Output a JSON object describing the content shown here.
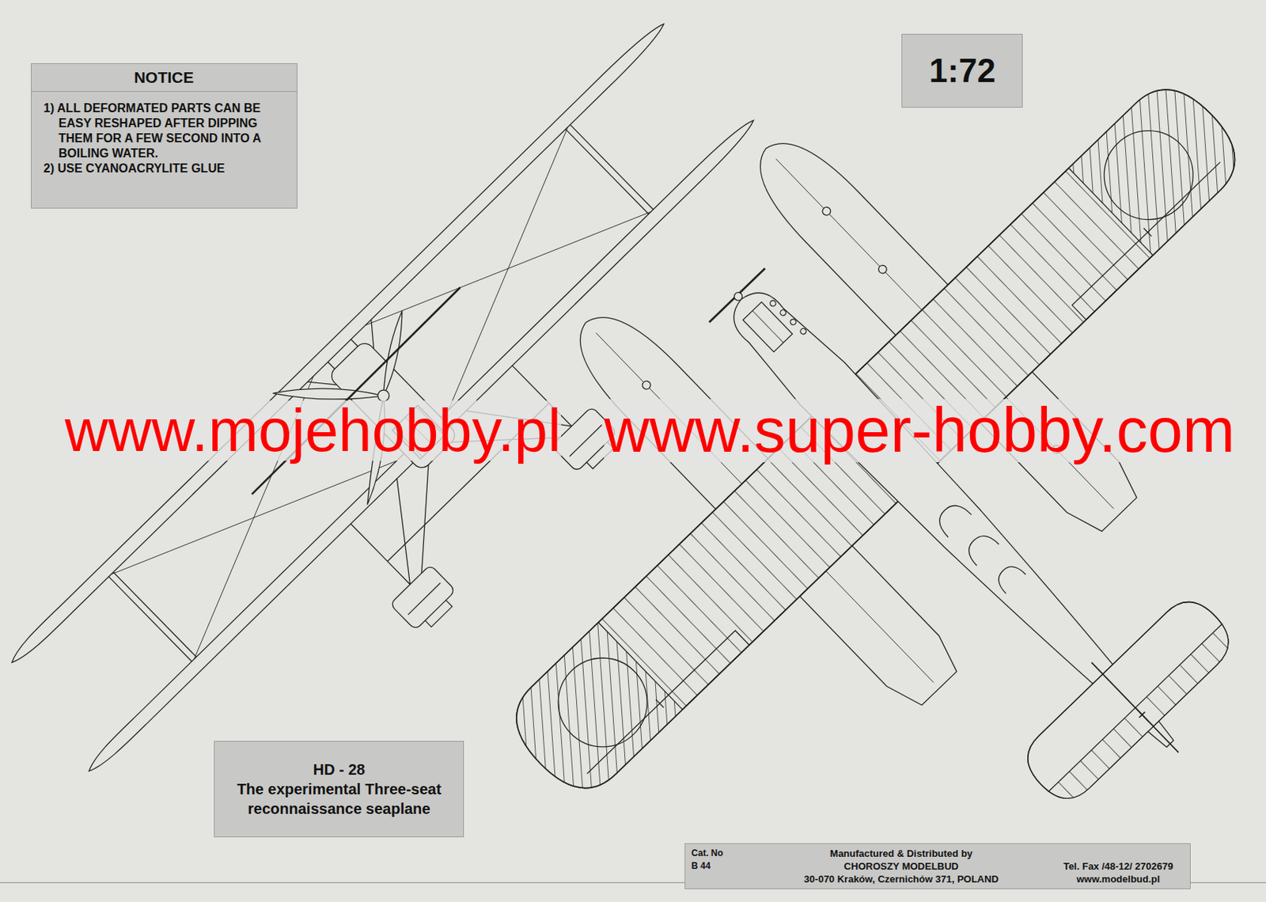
{
  "diagram": {
    "nodes": [
      {
        "text": [
          "NOTICE",
          "1) ALL DEFORMATED PARTS CAN BE EASY RESHAPED AFTER DIPPING THEM FOR A FEW SECOND INTO A BOILING WATER.",
          "2) USE CYANOACRYLITE GLUE"
        ]
      },
      {
        "text": [
          "1:72"
        ]
      },
      {
        "text": [
          "HD - 28",
          "The experimental Three-seat reconnaissance seaplane"
        ]
      },
      {
        "text": [
          "Cat. No",
          "B 44",
          "Manufactured & Distributed by",
          "CHOROSZY MODELBUD",
          "30-070 Kraków, Czernichów 371, POLAND",
          "Tel. Fax /48-12/ 2702679",
          "www.modelbud.pl"
        ]
      }
    ],
    "labels": [
      "www.mojehobby.pl",
      "www.super-hobby.com"
    ]
  }
}
